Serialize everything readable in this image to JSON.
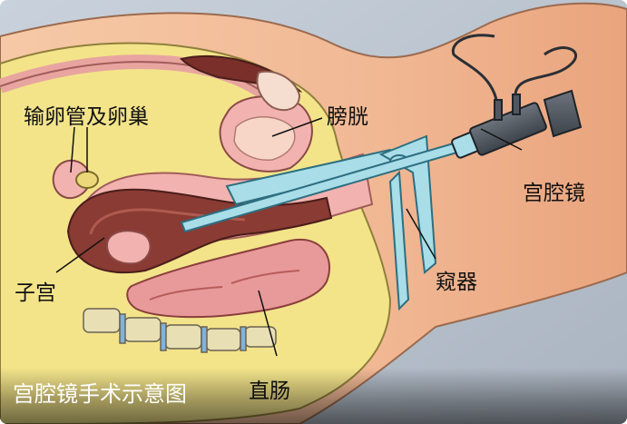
{
  "caption": "宫腔镜手术示意图",
  "labels": {
    "fallopian": "输卵管及卵巢",
    "bladder": "膀胱",
    "hysteroscope": "宫腔镜",
    "speculum": "窥器",
    "uterus": "子宫",
    "rectum": "直肠"
  },
  "colors": {
    "skin": "#f1b894",
    "fat": "#f3e48a",
    "tissue_pink": "#f2b3b0",
    "uterus_wall": "#8a3b33",
    "instrument": "#a9dde8",
    "scope_body": "#505761"
  }
}
